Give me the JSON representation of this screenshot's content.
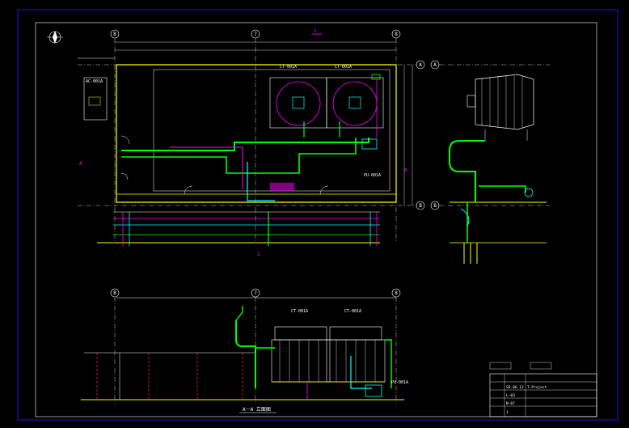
{
  "drawing": {
    "grid_top": [
      "B",
      "7",
      "8"
    ],
    "grid_mid": [
      "B",
      "7",
      "8"
    ],
    "grid_right": [
      "A",
      "B"
    ],
    "grid_side": [
      "A",
      "A",
      "B"
    ],
    "section_mark_top": "1",
    "section_mark_bottom": "1",
    "section_arrow_left": "A",
    "section_arrow_right": "A",
    "section_title": "A－A 立面图",
    "equipment": {
      "ct_left": "CT-001A",
      "ct_right": "CT-001A",
      "pump": "PU-001A",
      "pump_bottom": "PU-001A",
      "ac_box": "AC-001A",
      "ct_left_elev": "CT-001A",
      "ct_right_elev": "CT-001A"
    },
    "title_block": {
      "project": "T-Project",
      "rows": [
        "S6.06.12",
        "L-03",
        "N-07",
        "1"
      ]
    }
  },
  "colors": {
    "background": "#000000",
    "frame": "#1010a0",
    "wall": "#ffff00",
    "pipe_green": "#00ff00",
    "pipe_magenta": "#ff00ff",
    "pipe_cyan": "#00ffff",
    "pipe_red": "#ff2020",
    "line_white": "#ffffff"
  }
}
